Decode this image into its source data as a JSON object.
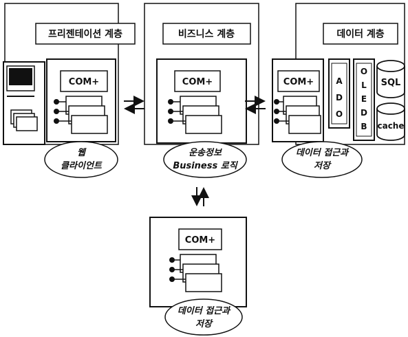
{
  "tiers": {
    "presentation": {
      "label": "프리젠테이션 계층",
      "com": "COM+",
      "caption_line1": "웹",
      "caption_line2": "클라이언트"
    },
    "business": {
      "label": "비즈니스 계층",
      "com": "COM+",
      "caption_line1": "운송정보",
      "caption_line2": "Business 로직"
    },
    "data": {
      "label": "데이터 계층",
      "com": "COM+",
      "caption_line1": "데이터 접근과",
      "caption_line2": "저장",
      "ado": [
        "A",
        "D",
        "O"
      ],
      "oledb": [
        "O",
        "L",
        "E",
        "D",
        "B"
      ],
      "sql": "SQL",
      "cache": "cache"
    },
    "bottom": {
      "com": "COM+",
      "caption_line1": "데이터 접근과",
      "caption_line2": "저장"
    }
  }
}
